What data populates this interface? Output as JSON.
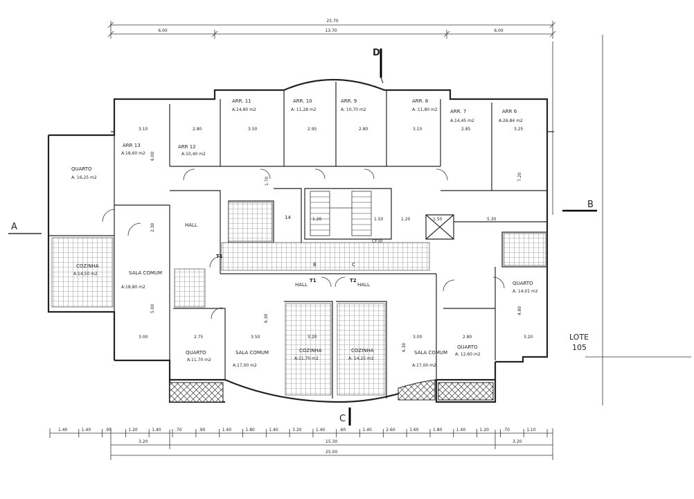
{
  "top_dimensions": {
    "total": "25.70",
    "left": "6.00",
    "middle": "13.70",
    "right": "6.00"
  },
  "section_marks": {
    "a": "A",
    "b": "B",
    "c": "C",
    "d": "D",
    "t1": "T1",
    "t2": "T2"
  },
  "lote": {
    "label": "LOTE",
    "number": "105"
  },
  "rooms": [
    {
      "name": "QUARTO",
      "area": "A: 16,25 m2"
    },
    {
      "name": "ARR 13",
      "area": "A:18,60 m2"
    },
    {
      "name": "ARR 12",
      "area": "A:10,40 m2"
    },
    {
      "name": "ARR. 11",
      "area": "A:14,80 m2"
    },
    {
      "name": "ARR. 10",
      "area": "A: 11,28 m2"
    },
    {
      "name": "ARR. 9",
      "area": "A: 10,70 m2"
    },
    {
      "name": "ARR. 8",
      "area": "A: 11,80 m2"
    },
    {
      "name": "ARR. 7",
      "area": "A:14,45 m2"
    },
    {
      "name": "ARR 6",
      "area": "A:26,84 m2"
    },
    {
      "name": "COZINHA",
      "area": "A:14,50 m2"
    },
    {
      "name": "SALA COMUM",
      "area": "A:18,80 m2"
    },
    {
      "name": "QUARTO",
      "area": "A:11,70 m2"
    },
    {
      "name": "SALA COMUM",
      "area": "A:17,00 m2"
    },
    {
      "name": "COZINHA",
      "area": "A:11,70 m2"
    },
    {
      "name": "COZINHA",
      "area": "A: 14,25 m2"
    },
    {
      "name": "SALA COMUM",
      "area": "A:17,00 m2"
    },
    {
      "name": "QUARTO",
      "area": "A: 12,60 m2"
    },
    {
      "name": "QUARTO",
      "area": "A: 14,01 m2"
    },
    {
      "name": "HALL",
      "area": ""
    },
    {
      "name": "HALL",
      "area": ""
    },
    {
      "name": "HALL",
      "area": ""
    },
    {
      "name": "14",
      "area": ""
    }
  ],
  "interior_dims": [
    "3.10",
    "2.80",
    "3.50",
    "2.95",
    "2.80",
    "3.10",
    "2.85",
    "3.25",
    "6.00",
    "7.20",
    "1.70",
    "2.30",
    "3.00",
    "2.75",
    "3.50",
    "3.20",
    "3.00",
    "2.80",
    "3.20",
    "5.30",
    "6.30",
    "6.30",
    "4.80",
    "5.00"
  ],
  "bottom_dims": {
    "segments": [
      "1.40",
      "1.40",
      ".95",
      "1.20",
      "1.40",
      ".70",
      ".90",
      "1.40",
      "1.80",
      "1.40",
      "3.20",
      "1.40",
      ".60",
      "1.40",
      "2.60",
      "1.60",
      "1.80",
      "1.40",
      "1.20",
      ".70",
      "1.10"
    ],
    "mid_left": "3.20",
    "mid_center": "15.30",
    "mid_right": "3.20",
    "total": "25.00"
  },
  "misc_labels": {
    "cf": "CF30",
    "l120a": "1.20",
    "l120b": "1.20",
    "l150a": "1.50",
    "l150b": "1.50"
  }
}
